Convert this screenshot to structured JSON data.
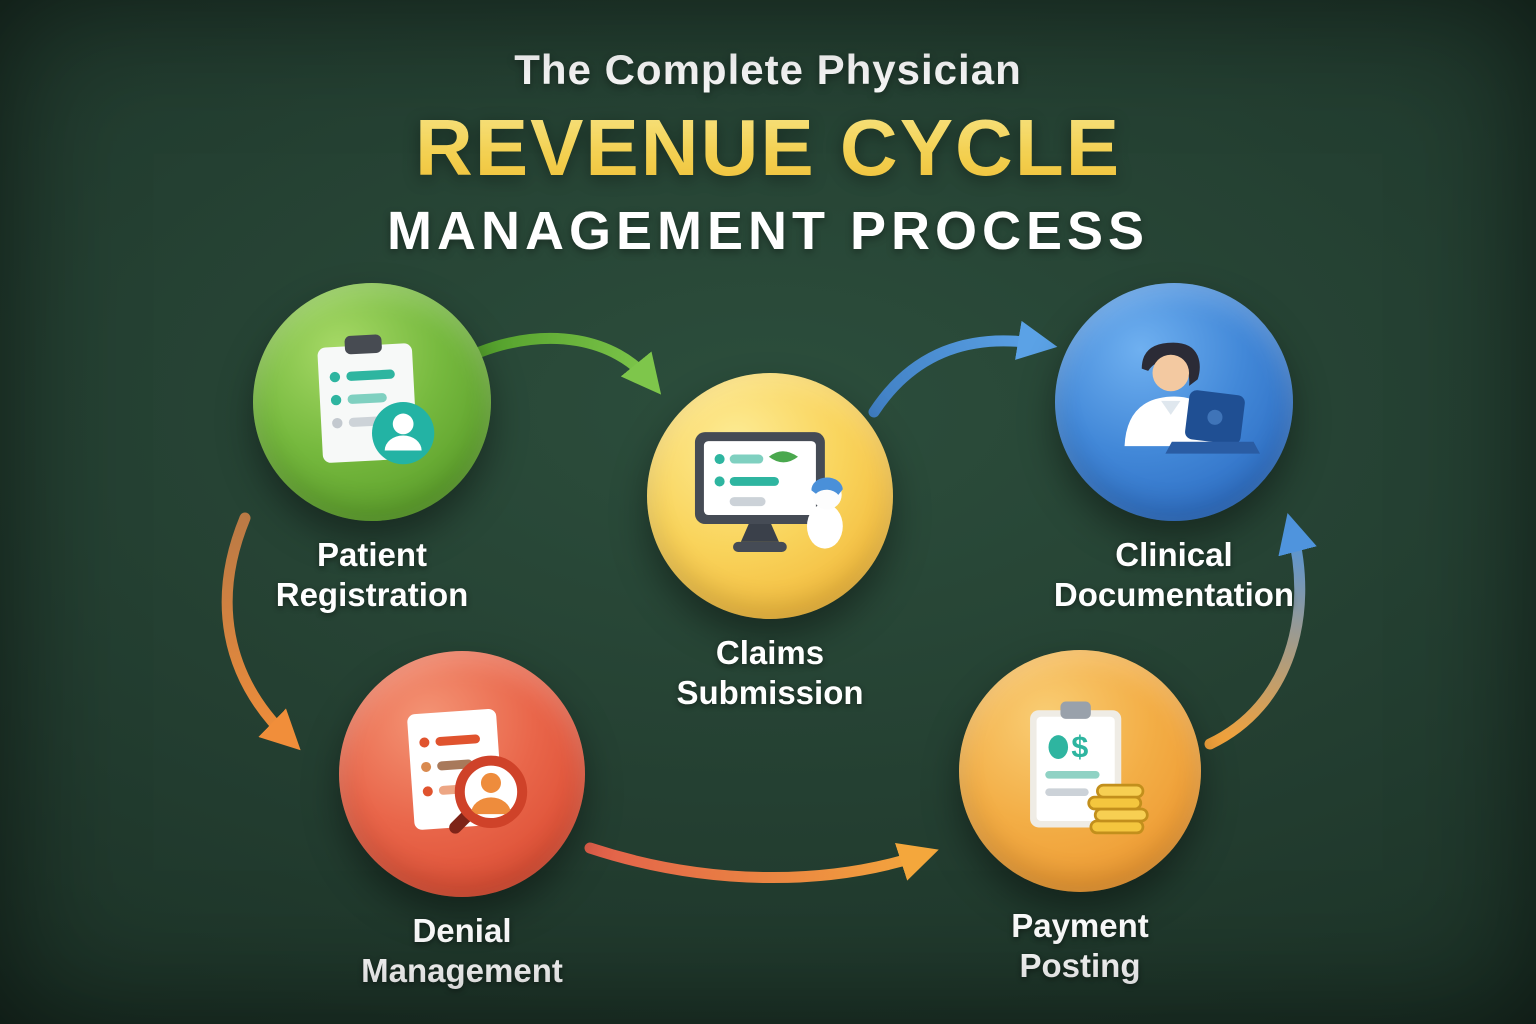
{
  "title": {
    "line1": "The Complete Physician",
    "line2": "REVENUE CYCLE",
    "line3": "MANAGEMENT PROCESS"
  },
  "nodes": [
    {
      "id": "patient-registration",
      "label_line1": "Patient",
      "label_line2": "Registration",
      "color": "#6fb53a",
      "icon": "clipboard-user-icon"
    },
    {
      "id": "claims-submission",
      "label_line1": "Claims",
      "label_line2": "Submission",
      "color": "#f6c63f",
      "icon": "monitor-checklist-icon"
    },
    {
      "id": "clinical-documentation",
      "label_line1": "Clinical",
      "label_line2": "Documentation",
      "color": "#3b7fd0",
      "icon": "doctor-laptop-icon"
    },
    {
      "id": "payment-posting",
      "label_line1": "Payment",
      "label_line2": "Posting",
      "color": "#f0a038",
      "icon": "payment-clipboard-coins-icon",
      "icon_text": "$"
    },
    {
      "id": "denial-management",
      "label_line1": "Denial",
      "label_line2": "Management",
      "color": "#e2553a",
      "icon": "document-magnifier-icon"
    }
  ],
  "arrows": [
    {
      "id": "arrow-patient-to-claims",
      "from": "patient-registration",
      "to": "claims-submission",
      "color": "#7ec64b"
    },
    {
      "id": "arrow-claims-to-clinical",
      "from": "claims-submission",
      "to": "clinical-documentation",
      "color": "#5ba2e6"
    },
    {
      "id": "arrow-patient-to-denial",
      "from": "patient-registration",
      "to": "denial-management",
      "color": "#f18e3a"
    },
    {
      "id": "arrow-denial-to-payment",
      "from": "denial-management",
      "to": "payment-posting",
      "color": "#f4a73c"
    },
    {
      "id": "arrow-payment-to-clinical",
      "from": "payment-posting",
      "to": "clinical-documentation",
      "color": "#4f94dd"
    }
  ],
  "colors": {
    "background": "#20392d",
    "title_text": "#ffffff",
    "title_accent": "#f3cf4e"
  }
}
